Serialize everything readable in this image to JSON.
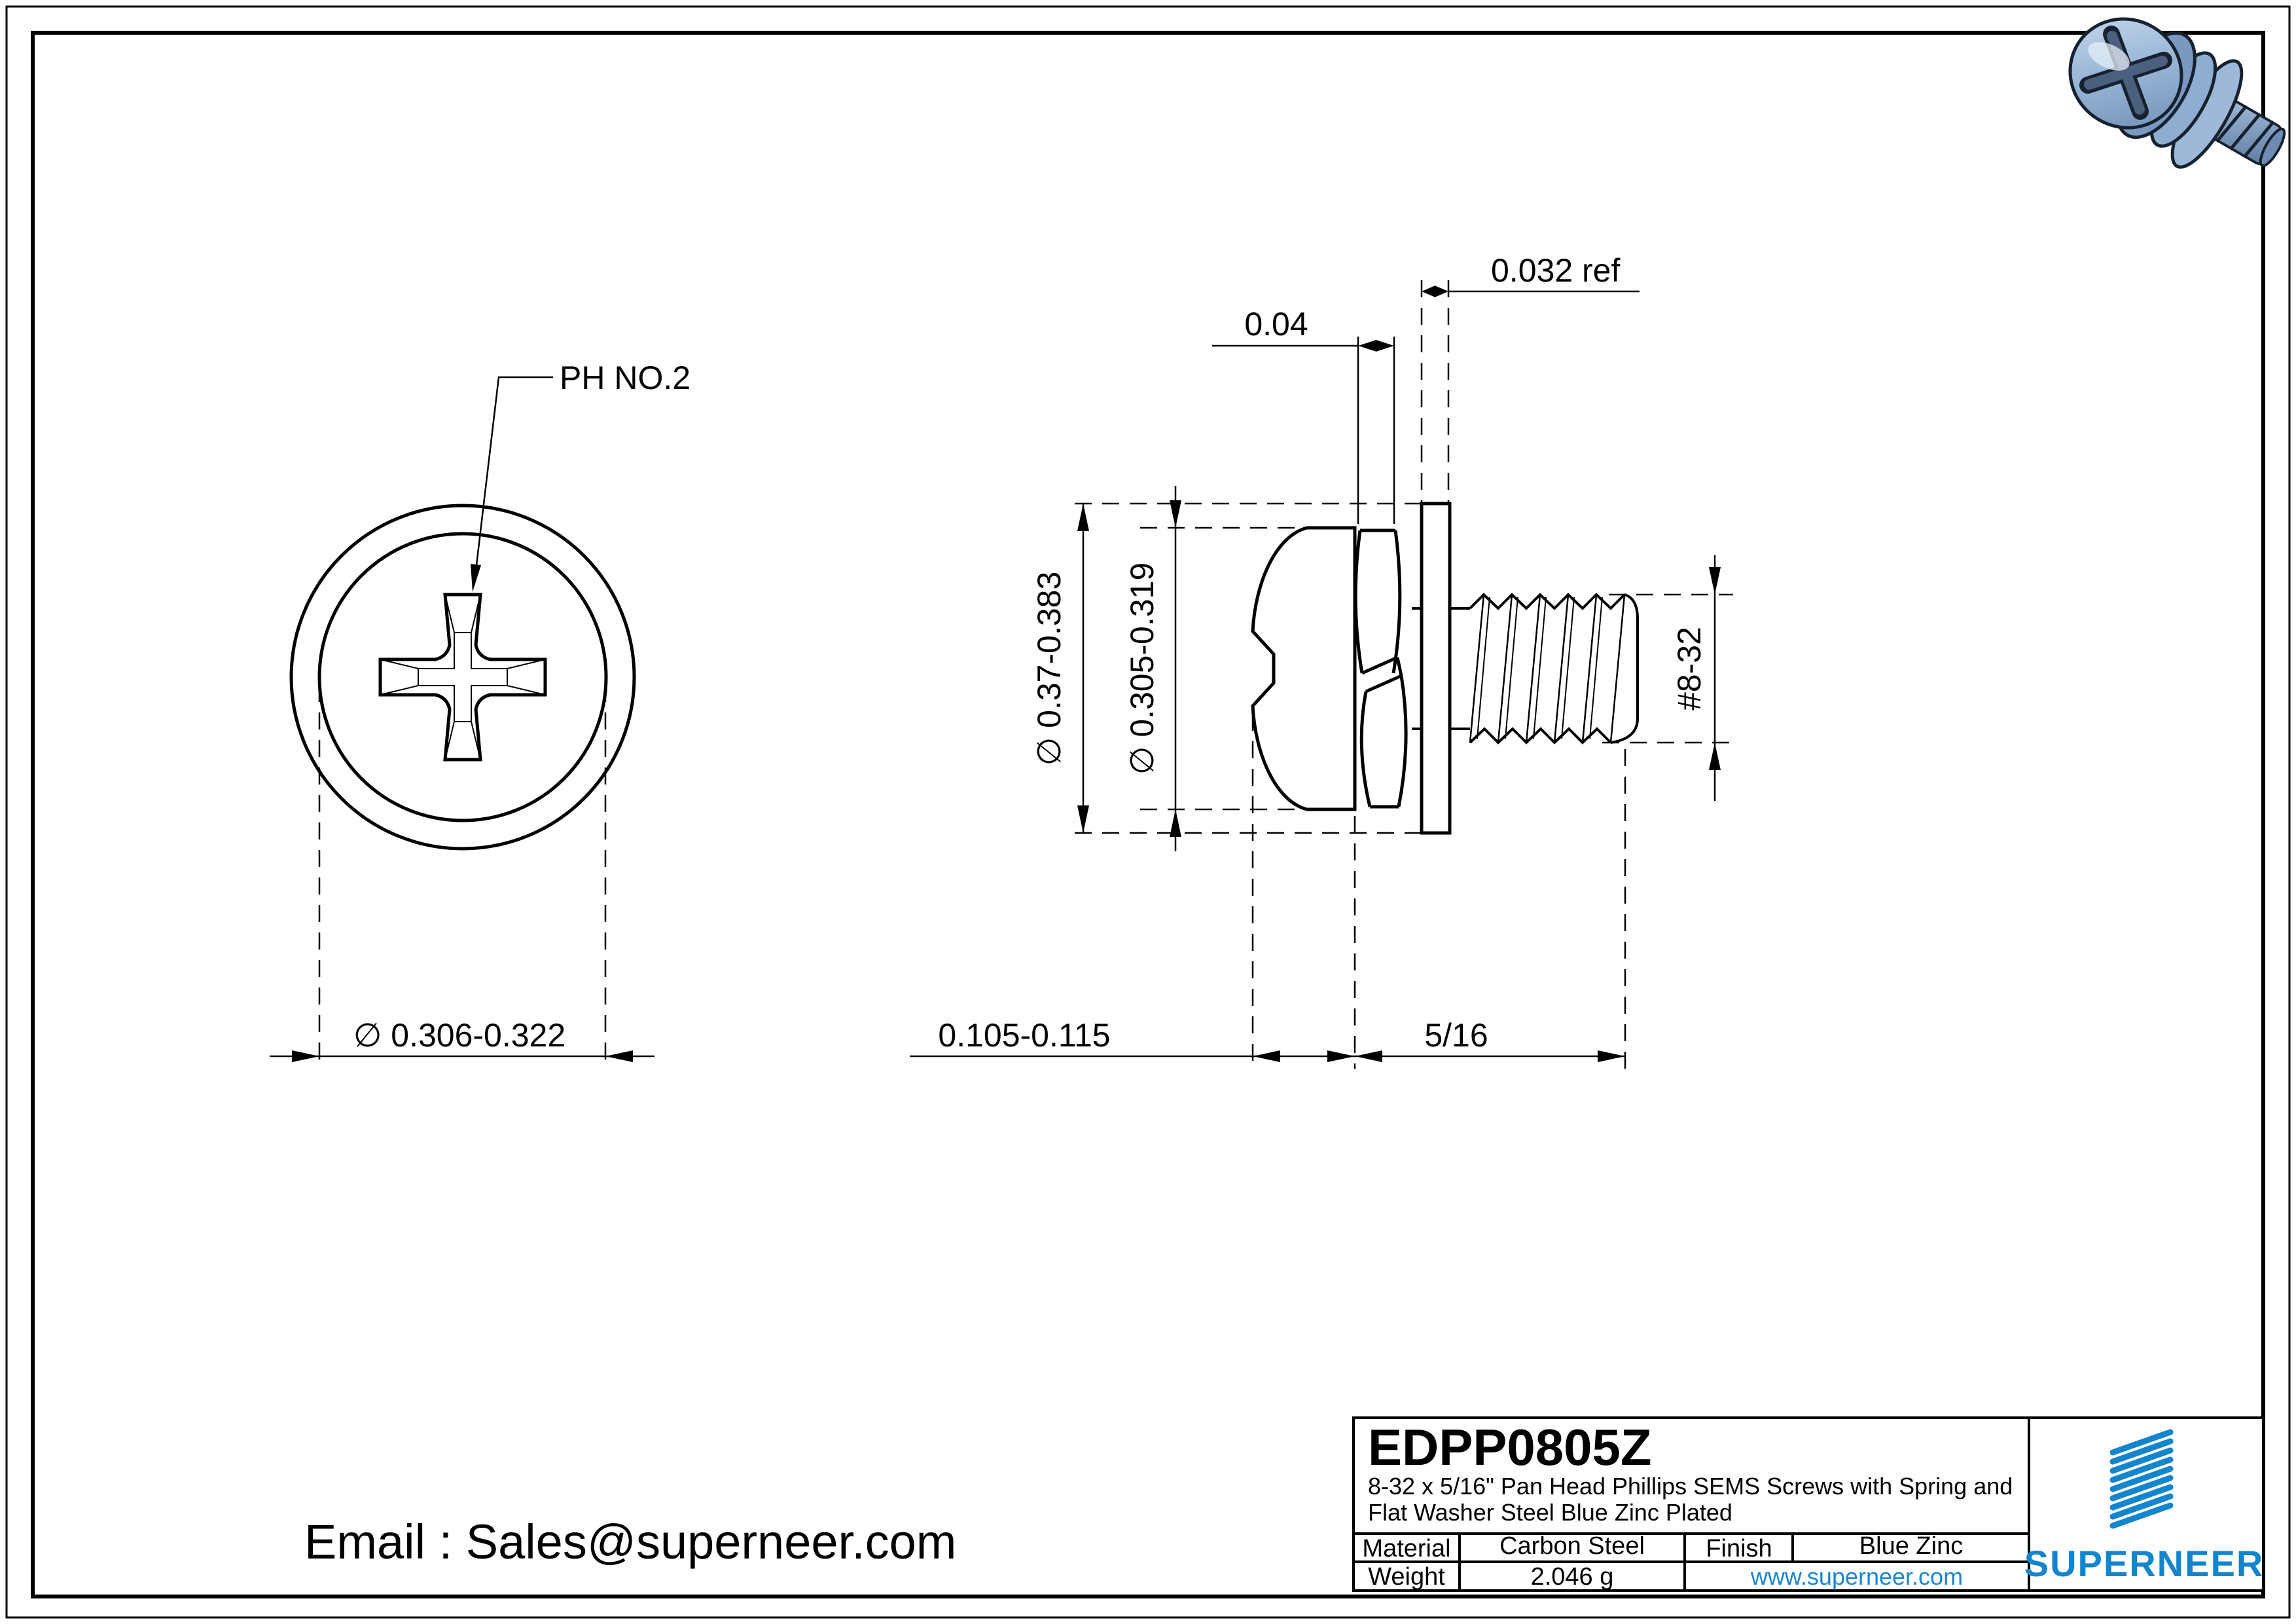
{
  "drawing": {
    "front_view": {
      "ph_label": "PH NO.2",
      "diameter_dim": "∅ 0.306-0.322"
    },
    "side_view": {
      "washer_od_dim": "∅ 0.37-0.383",
      "head_od_dim": "∅ 0.305-0.319",
      "spring_washer_thickness_dim": "0.04",
      "flat_washer_thickness_dim": "0.032 ref",
      "head_height_dim": "0.105-0.115",
      "thread_length_dim": "5/16",
      "thread_size_dim": "#8-32"
    }
  },
  "footer": {
    "email": "Email : Sales@superneer.com"
  },
  "title_block": {
    "part_number": "EDPP0805Z",
    "description_line1": "8-32 x 5/16\" Pan Head Phillips SEMS Screws with Spring and",
    "description_line2": "Flat Washer Steel Blue Zinc Plated",
    "material_label": "Material",
    "material_value": "Carbon Steel",
    "finish_label": "Finish",
    "finish_value": "Blue Zinc",
    "weight_label": "Weight",
    "weight_value": "2.046 g",
    "website": "www.superneer.com",
    "brand": "SUPERNEER"
  },
  "colors": {
    "brand_blue": "#1385cd",
    "link_blue": "#1a85d6",
    "line_color": "#000000",
    "steel_light": "#d6e4f2",
    "steel_mid": "#8fafd3",
    "steel_dark": "#5f7da3",
    "outline_dark": "#16222f"
  }
}
